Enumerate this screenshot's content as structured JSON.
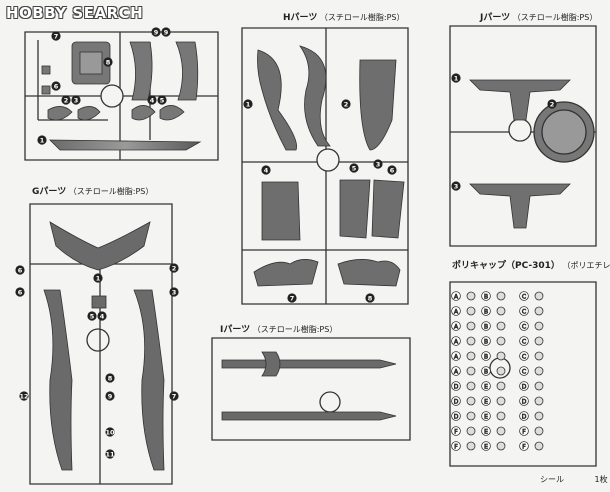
{
  "watermark": "HOBBY SEARCH",
  "panels": {
    "H": {
      "name": "Hパーツ",
      "material": "（スチロール樹脂:PS）"
    },
    "J": {
      "name": "Jパーツ",
      "material": "（スチロール樹脂:PS）"
    },
    "G": {
      "name": "Gパーツ",
      "material": "（スチロール樹脂:PS）"
    },
    "I": {
      "name": "Iパーツ",
      "material": "（スチロール樹脂:PS）"
    },
    "PC": {
      "name": "ポリキャップ（PC-301）",
      "material": "（ポリエチレン:PE）"
    }
  },
  "seal": {
    "label": "シール",
    "count": "1枚"
  },
  "part_numbers": {
    "top_left": [
      "7",
      "8",
      "6",
      "9",
      "9",
      "2",
      "3",
      "4",
      "5",
      "1"
    ],
    "H": [
      "1",
      "2",
      "3",
      "4",
      "5",
      "6",
      "7",
      "8"
    ],
    "J": [
      "1",
      "2",
      "3"
    ],
    "G": [
      "6",
      "6",
      "1",
      "2",
      "3",
      "5",
      "4",
      "12",
      "7",
      "8",
      "9",
      "10",
      "11"
    ],
    "PC": [
      "A",
      "B",
      "C",
      "D",
      "E",
      "F"
    ]
  }
}
